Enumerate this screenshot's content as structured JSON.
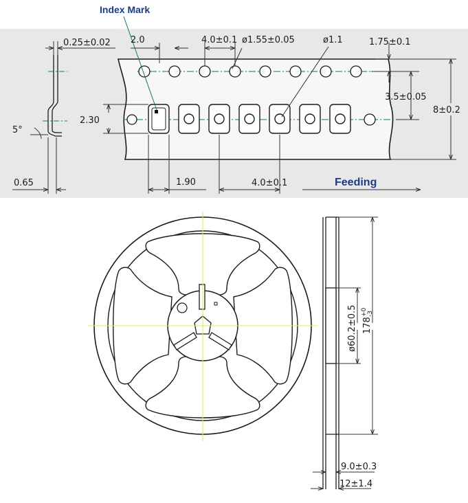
{
  "colors": {
    "tape_fill": "#e8e8e8",
    "background": "#ffffff",
    "outline": "#1a1a1a",
    "dim_line": "#444444",
    "center_line": "#0a7a6a",
    "reel_center_line": "#e8e85a",
    "label_text": "#1a3a8c"
  },
  "tape": {
    "index_mark_label": "Index Mark",
    "feeding_label": "Feeding",
    "dims": {
      "thickness": "0.25±0.02",
      "sprocket_offset": "2.0",
      "sprocket_pitch": "4.0±0.1",
      "sprocket_hole": "ø1.55±0.05",
      "pocket_hole": "ø1.1",
      "edge_to_sprocket": "1.75±0.1",
      "sprocket_to_pocket": "3.5±0.05",
      "tape_width": "8±0.2",
      "pocket_length": "2.30",
      "draft_angle": "5°",
      "pocket_depth": "0.65",
      "pocket_width": "1.90",
      "pocket_pitch": "4.0±0.1"
    }
  },
  "reel": {
    "dims": {
      "hub_diameter": "ø60.2±0.5",
      "reel_diameter": "178",
      "reel_tol_upper": "+0",
      "reel_tol_lower": "-3",
      "inner_width": "9.0±0.3",
      "outer_width": "12±1.4"
    }
  }
}
